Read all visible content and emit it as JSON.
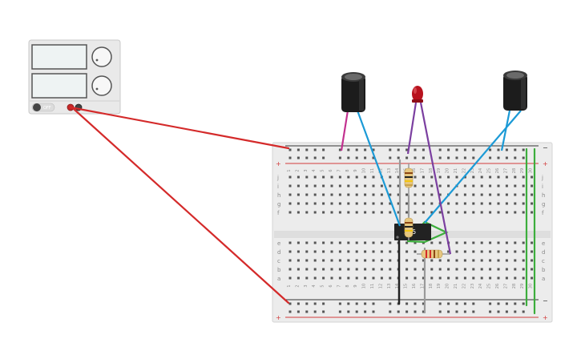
{
  "power_supply": {
    "off_label": "OFF"
  },
  "breadboard": {
    "row_labels_top": [
      "j",
      "i",
      "h",
      "g",
      "f"
    ],
    "row_labels_bottom": [
      "e",
      "d",
      "c",
      "b",
      "a"
    ],
    "column_count": 30,
    "rail_plus": "+",
    "rail_minus": "−"
  },
  "chip": {
    "label": "555"
  },
  "colors": {
    "wire_red": "#d42a2a",
    "wire_blue": "#1b9ad6",
    "wire_purple": "#7b3fa0",
    "wire_green": "#3cae3c",
    "wire_magenta": "#c2308f",
    "wire_black": "#222222",
    "wire_grey": "#9a9a9a",
    "breadboard": "#ececec",
    "rail_red": "#d23b3b",
    "rail_dark": "#333333",
    "led": "#b8121e"
  }
}
